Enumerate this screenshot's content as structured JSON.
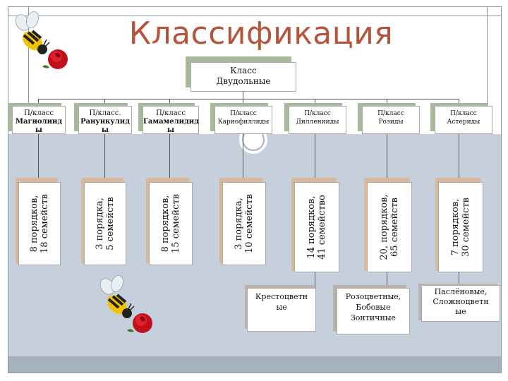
{
  "title": "Классификация",
  "root": {
    "line1": "Класс",
    "line2": "Двудольные"
  },
  "subclasses": [
    {
      "line1": "П/класс",
      "line2": "Магнолиид ы"
    },
    {
      "line1": "П/класс.",
      "line2": "Ранункулид ы"
    },
    {
      "line1": "П/класс",
      "line2": "Гамамелидид ы"
    },
    {
      "line1": "П/класс",
      "line2": "Кариофиллиды"
    },
    {
      "line1": "П/класс",
      "line2": "Дилленииды"
    },
    {
      "line1": "П/класс",
      "line2": "Розиды"
    },
    {
      "line1": "П/класс",
      "line2": "Астериды"
    }
  ],
  "counts": [
    {
      "line1": "8 порядков,",
      "line2": "18 семейств"
    },
    {
      "line1": "3 порядка,",
      "line2": "5 семейств"
    },
    {
      "line1": "8 порядков,",
      "line2": "15 семейств"
    },
    {
      "line1": "3 порядка,",
      "line2": "10 семейств"
    },
    {
      "line1": "14 порядков,",
      "line2": "41 семейство"
    },
    {
      "line1": "20, порядков,",
      "line2": "65 семейств"
    },
    {
      "line1": "7 порядков,",
      "line2": "30 семейств"
    }
  ],
  "examples": [
    {
      "lines": [
        "Крестоцветн",
        "ые"
      ]
    },
    {
      "lines": [
        "Розоцветные,",
        "Бобовые",
        "Зонтичные"
      ]
    },
    {
      "lines": [
        "Паслёновые,",
        "Сложноцветн",
        "ые"
      ]
    }
  ],
  "decor": [
    "bee-icon",
    "rose-icon"
  ]
}
